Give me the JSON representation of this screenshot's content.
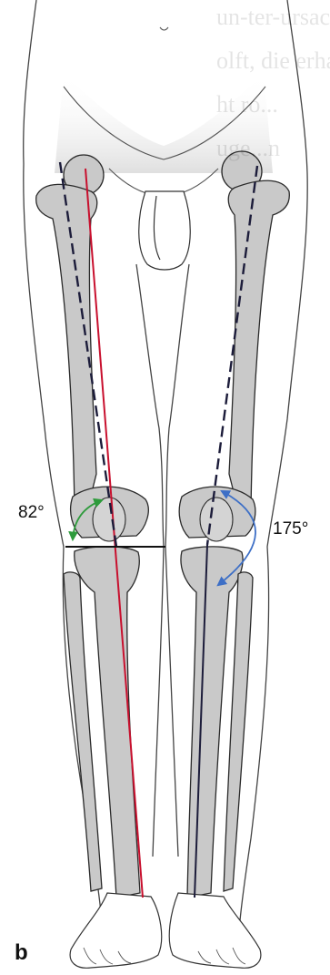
{
  "figure": {
    "panel_letter": "b",
    "angles": {
      "left_knee_label": "82°",
      "right_knee_label": "175°"
    },
    "show_through_text": [
      "un-ter-ursache",
      "olft, die erhaltene",
      "ht ro...",
      "uge...n"
    ],
    "colors": {
      "bone_fill": "#c9c9c9",
      "outline": "#2a2a2a",
      "mechanical_axis": "#c8102e",
      "anatomic_axis": "#1c1c3a",
      "angle_arrow_left": "#2e9b3c",
      "angle_arrow_right": "#3d6fc6"
    }
  }
}
